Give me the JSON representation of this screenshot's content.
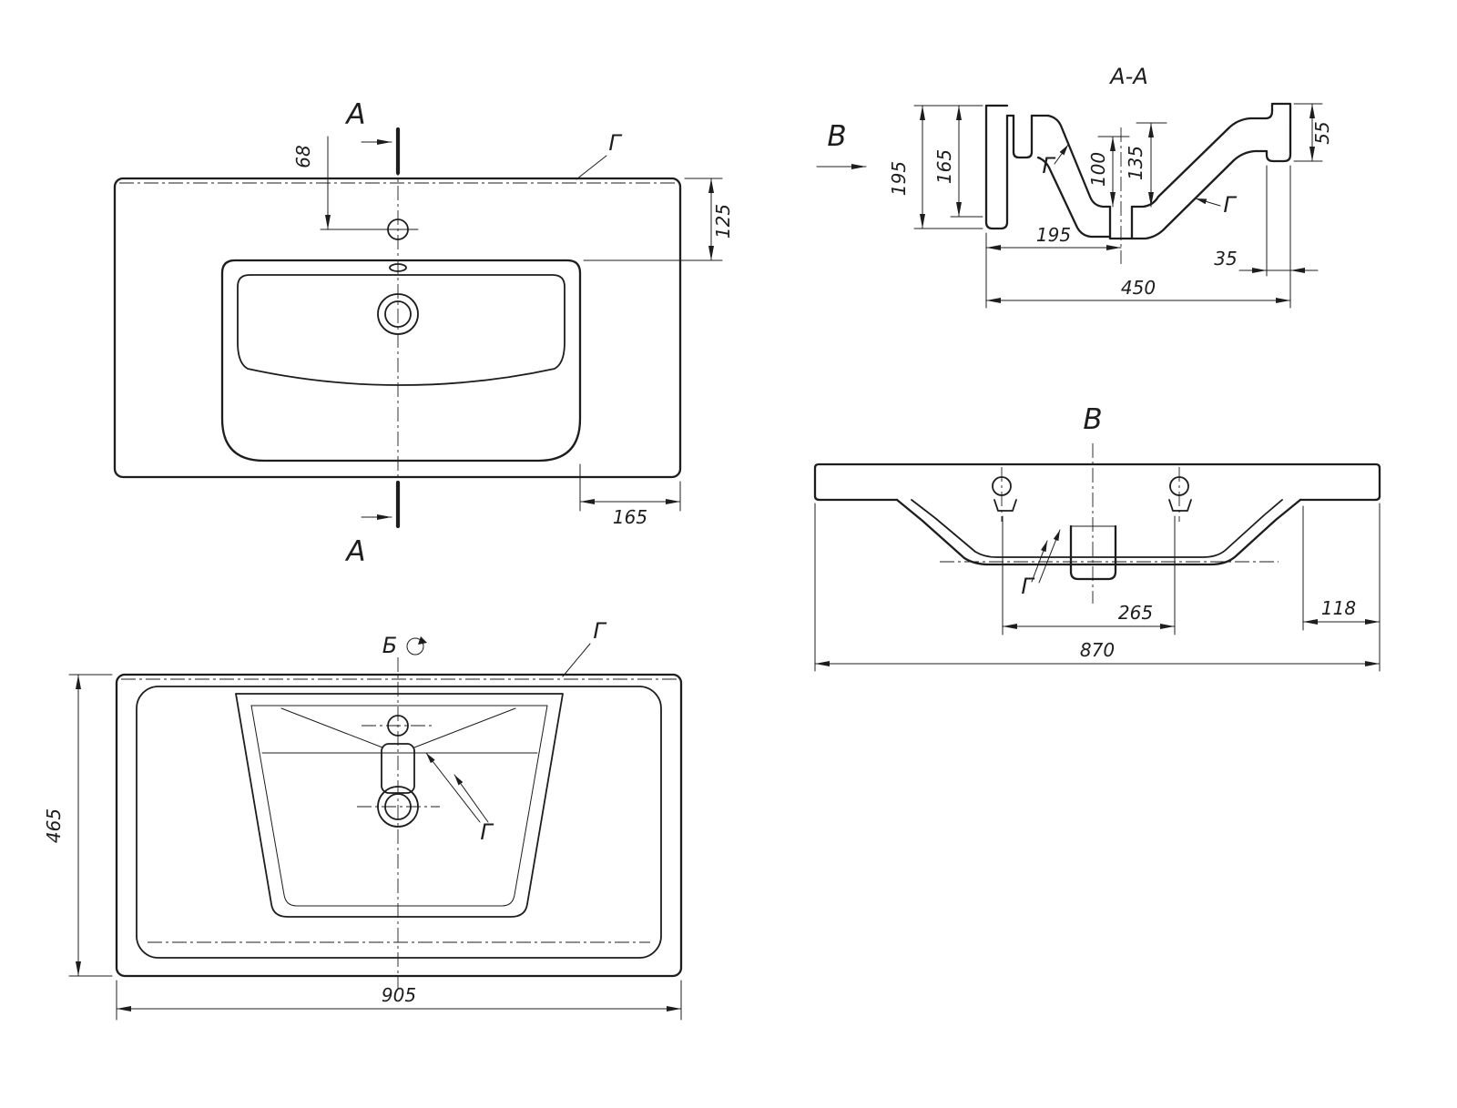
{
  "style": {
    "line_color": "#1d1d1d",
    "background": "#ffffff"
  },
  "drawing": {
    "plan": {
      "section_letter": "A",
      "detail_label": "Г",
      "dims": {
        "hole_offset": "68",
        "rim_depth": "125",
        "side_ledge": "165"
      }
    },
    "section": {
      "title": "A-A",
      "view_letter": "B",
      "detail_label_1": "Г",
      "detail_label_2": "Г",
      "dims": {
        "height_total": "195",
        "height_back": "165",
        "depth_inner": "100",
        "depth_rim": "135",
        "front_apron": "55",
        "back_to_drain": "195",
        "front_offset": "35",
        "depth_total": "450"
      }
    },
    "front": {
      "title": "B",
      "detail_label": "Г",
      "dims": {
        "drain_span": "265",
        "right_ledge": "118",
        "width_total": "870"
      }
    },
    "bottom": {
      "view_letter": "Б",
      "detail_label_top": "Г",
      "detail_label_inner": "Г",
      "dims": {
        "depth": "465",
        "width": "905"
      }
    }
  }
}
